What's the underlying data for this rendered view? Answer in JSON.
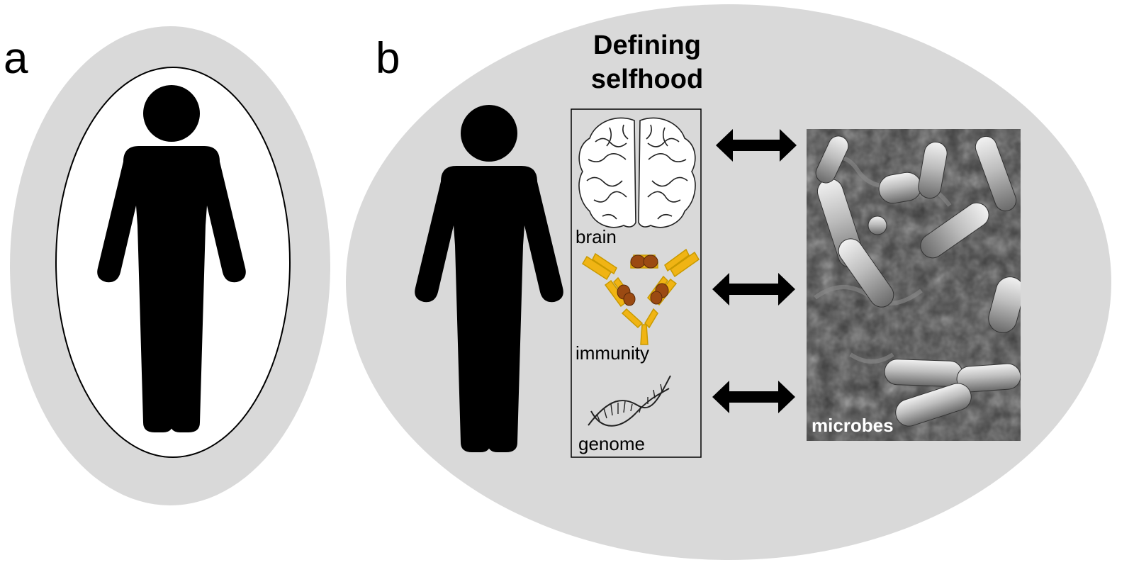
{
  "panels": {
    "a": {
      "letter": "a"
    },
    "b": {
      "letter": "b",
      "title": "Defining selfhood",
      "components": [
        {
          "label": "brain",
          "icon": "brain-icon"
        },
        {
          "label": "immunity",
          "icon": "antibody-icon"
        },
        {
          "label": "genome",
          "icon": "dna-icon"
        }
      ],
      "microbes_label": "microbes",
      "microbes_image": "bacteria-micrograph"
    }
  },
  "colors": {
    "ellipse_fill": "#d9d9d9",
    "silhouette": "#000000",
    "antibody": "#f0b414",
    "antigen": "#9b4a12",
    "micrograph_dark": "#3a3a3a"
  }
}
